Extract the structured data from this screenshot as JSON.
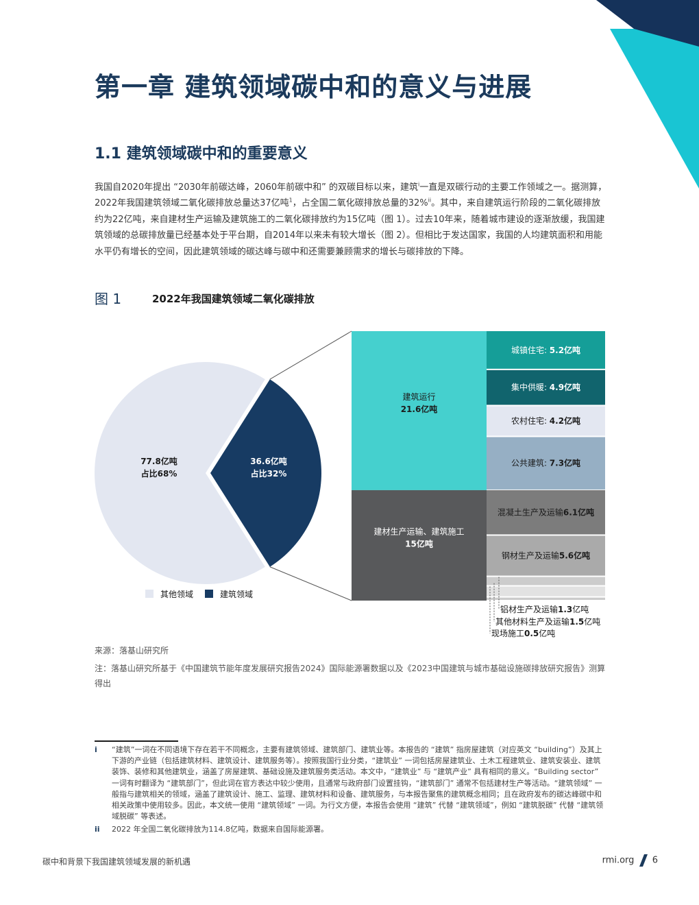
{
  "chapter": {
    "title": "第一章 建筑领域碳中和的意义与进展"
  },
  "section": {
    "title": "1.1 建筑领域碳中和的重要意义"
  },
  "intro": {
    "p1": "我国自2020年提出 “2030年前碳达峰，2060年前碳中和” 的双碳目标以来，建筑",
    "s1": "i",
    "p2": "一直是双碳行动的主要工作领域之一。据测算，2022年我国建筑领域二氧化碳排放总量达37亿吨",
    "s2": "1",
    "p3": "，占全国二氧化碳排放总量的32%",
    "s3": "ii",
    "p4": "。其中，来自建筑运行阶段的二氧化碳排放约为22亿吨，来自建材生产运输及建筑施工的二氧化碳排放约为15亿吨（图 1）。过去10年来，随着城市建设的逐渐放缓，我国建筑领域的总碳排放量已经基本处于平台期，自2014年以来未有较大增长（图 2）。但相比于发达国家，我国的人均建筑面积和用能水平仍有增长的空间，因此建筑领域的碳达峰与碳中和还需要兼顾需求的增长与碳排放的下降。"
  },
  "figure": {
    "label": "图 1",
    "title": "2022年我国建筑领域二氧化碳排放"
  },
  "chart_data": {
    "type": "pie",
    "title": "2022年我国建筑领域二氧化碳排放",
    "unit": "亿吨",
    "pie": {
      "slices": [
        {
          "name": "其他领域",
          "value": 77.8,
          "label1": "77.8亿吨",
          "label2": "占比68%",
          "color": "#e3e7f1",
          "text_color": "#1b1b1b"
        },
        {
          "name": "建筑领域",
          "value": 36.6,
          "label1": "36.6亿吨",
          "label2": "占比32%",
          "color": "#173b63",
          "text_color": "#ffffff"
        }
      ]
    },
    "legend": [
      {
        "name": "其他领域",
        "color": "#e3e7f1"
      },
      {
        "name": "建筑领域",
        "color": "#173b63"
      }
    ],
    "breakdown": {
      "type": "treemap",
      "groups": [
        {
          "name": "建筑运行",
          "value": 21.6,
          "label1": "建筑运行",
          "label2": "21.6亿吨",
          "color": "#45d0ce",
          "text_color": "#1b1b1b"
        },
        {
          "name": "建材生产运输、建筑施工",
          "value": 15,
          "label1": "建材生产运输、建筑施工",
          "label2": "15亿吨",
          "color": "#58595b",
          "text_color": "#ffffff"
        }
      ],
      "items": [
        {
          "group": 0,
          "name": "城镇住宅",
          "value": 5.2,
          "text": "城镇住宅: ",
          "bold": "5.2亿吨",
          "color": "#159e98",
          "text_color": "#ffffff",
          "inside": true
        },
        {
          "group": 0,
          "name": "集中供暖",
          "value": 4.9,
          "text": "集中供暖: ",
          "bold": "4.9亿吨",
          "color": "#11646d",
          "text_color": "#ffffff",
          "inside": true
        },
        {
          "group": 0,
          "name": "农村住宅",
          "value": 4.2,
          "text": "农村住宅: ",
          "bold": "4.2亿吨",
          "color": "#e3e7f1",
          "text_color": "#1b1b1b",
          "inside": true
        },
        {
          "group": 0,
          "name": "公共建筑",
          "value": 7.3,
          "text": "公共建筑: ",
          "bold": "7.3亿吨",
          "color": "#96afc4",
          "text_color": "#1b1b1b",
          "inside": true
        },
        {
          "group": 1,
          "name": "混凝土生产及运输",
          "value": 6.1,
          "text": "混凝土生产及运输",
          "bold": "6.1亿吨",
          "color": "#7c7c7c",
          "text_color": "#1b1b1b",
          "inside": true
        },
        {
          "group": 1,
          "name": "钢材生产及运输",
          "value": 5.6,
          "text": "钢材生产及运输",
          "bold": "5.6亿吨",
          "color": "#aaaaaa",
          "text_color": "#1b1b1b",
          "inside": true
        },
        {
          "group": 1,
          "name": "铝材生产及运输",
          "value": 1.3,
          "text": "铝材生产及运输",
          "bold": "1.3亿吨",
          "color": "#cccccc",
          "text_color": "#1b1b1b",
          "inside": false
        },
        {
          "group": 1,
          "name": "其他材料生产及运输",
          "value": 1.5,
          "text": "其他材料生产及运输",
          "bold": "1.5亿吨",
          "color": "#e2e2e2",
          "text_color": "#1b1b1b",
          "inside": false
        },
        {
          "group": 1,
          "name": "现场施工",
          "value": 0.5,
          "text": "现场施工",
          "bold": "0.5亿吨",
          "color": "#cbcbcb",
          "text_color": "#1b1b1b",
          "inside": false
        }
      ]
    }
  },
  "source": "来源：落基山研究所",
  "note": "注：落基山研究所基于《中国建筑节能年度发展研究报告2024》国际能源署数据以及《2023中国建筑与城市基础设施碳排放研究报告》测算得出",
  "footnotes": [
    {
      "marker": "i",
      "text": "“建筑”一词在不同语境下存在若干不同概念，主要有建筑领域、建筑部门、建筑业等。本报告的 “建筑” 指房屋建筑（对应英文 “building”）及其上下游的产业链（包括建筑材料、建筑设计、建筑服务等）。按照我国行业分类，“建筑业” 一词包括房屋建筑业、土木工程建筑业、建筑安装业、建筑装饰、装修和其他建筑业，涵盖了房屋建筑、基础设施及建筑服务类活动。本文中，“建筑业” 与 “建筑产业” 具有相同的意义。“Building sector” 一词有时翻译为 “建筑部门”，但此词在官方表达中较少使用，且通常与政府部门设置挂钩，“建筑部门” 通常不包括建材生产等活动。“建筑领域” 一般指与建筑相关的领域，涵盖了建筑设计、施工、监理、建筑材料和设备、建筑服务，与本报告聚焦的建筑概念相同；且在政府发布的碳达峰碳中和相关政策中使用较多。因此，本文统一使用 “建筑领域” 一词。为行文方便，本报告会使用 “建筑” 代替 “建筑领域”，例如 “建筑脱碳” 代替 “建筑领域脱碳” 等表述。"
    },
    {
      "marker": "ii",
      "text": "2022 年全国二氧化碳排放为114.8亿吨，数据来自国际能源署。"
    }
  ],
  "footer": {
    "left": "碳中和背景下我国建筑领域发展的新机遇",
    "site": "rmi.org",
    "page": "6"
  },
  "colors": {
    "navy": "#1b3a5c",
    "teal_accent": "#19c5d3",
    "corner_navy": "#15325a"
  }
}
